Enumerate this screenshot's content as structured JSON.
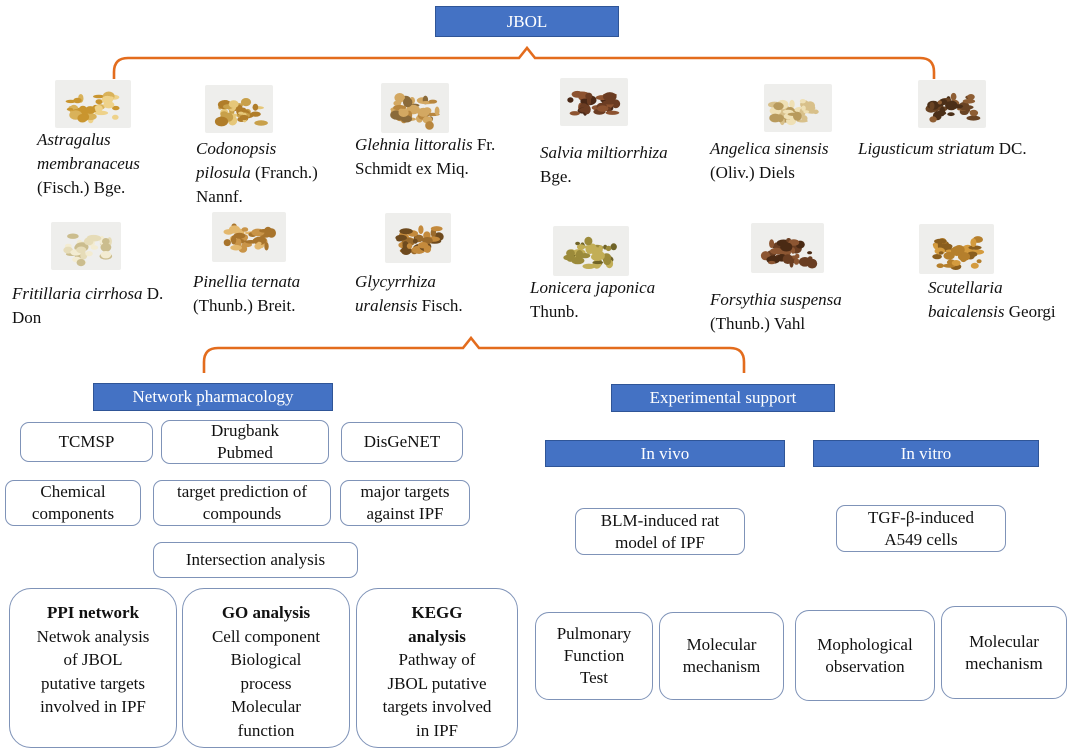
{
  "root": {
    "title": "JBOL"
  },
  "herbs": [
    {
      "lines": [
        {
          "italic": "Astragalus"
        },
        {
          "italic": "membranaceus"
        },
        {
          "plain": "(Fisch.) Bge."
        }
      ]
    },
    {
      "lines": [
        {
          "italic": "Codonopsis"
        },
        {
          "italic": "pilosula",
          "plain": " (Franch.)"
        },
        {
          "plain": "Nannf."
        }
      ]
    },
    {
      "lines": [
        {
          "italic": "Glehnia littoralis",
          "plain": " Fr."
        },
        {
          "plain": "Schmidt ex Miq."
        }
      ]
    },
    {
      "lines": [
        {
          "italic": "Salvia miltiorrhiza"
        },
        {
          "plain": "Bge."
        }
      ]
    },
    {
      "lines": [
        {
          "italic": "Angelica sinensis"
        },
        {
          "plain": "(Oliv.) Diels"
        }
      ]
    },
    {
      "lines": [
        {
          "italic": "Ligusticum striatum",
          "plain": " DC."
        }
      ]
    },
    {
      "lines": [
        {
          "italic": "Fritillaria cirrhosa",
          "plain": " D."
        },
        {
          "plain": "Don"
        }
      ]
    },
    {
      "lines": [
        {
          "italic": "Pinellia ternata"
        },
        {
          "plain": "(Thunb.) Breit."
        }
      ]
    },
    {
      "lines": [
        {
          "italic": "Glycyrrhiza"
        },
        {
          "italic": "uralensis",
          "plain": " Fisch."
        }
      ]
    },
    {
      "lines": [
        {
          "italic": "Lonicera japonica"
        },
        {
          "plain": "Thunb."
        }
      ]
    },
    {
      "lines": [
        {
          "italic": "Forsythia suspensa"
        },
        {
          "plain": "(Thunb.) Vahl"
        }
      ]
    },
    {
      "lines": [
        {
          "italic": "Scutellaria"
        },
        {
          "italic": "baicalensis",
          "plain": " Georgi"
        }
      ]
    }
  ],
  "network": {
    "title": "Network pharmacology",
    "sources": [
      "TCMSP",
      "Drugbank\nPubmed",
      "DisGeNET"
    ],
    "steps": [
      "Chemical\ncomponents",
      "target prediction of\ncompounds",
      "major targets\nagainst IPF"
    ],
    "intersection": "Intersection analysis",
    "analyses": [
      {
        "title": "PPI network",
        "body": "Netwok analysis\nof JBOL\nputative targets\ninvolved in IPF"
      },
      {
        "title": "GO analysis",
        "body": "Cell component\nBiological\nprocess\nMolecular\nfunction"
      },
      {
        "title": "KEGG\nanalysis",
        "body": "Pathway of\nJBOL putative\ntargets involved\nin IPF"
      }
    ]
  },
  "experimental": {
    "title": "Experimental support",
    "in_vivo": {
      "title": "In vivo",
      "model": "BLM-induced rat\nmodel of IPF",
      "items": [
        "Pulmonary\nFunction\nTest",
        "Molecular\nmechanism"
      ]
    },
    "in_vitro": {
      "title": "In vitro",
      "model": "TGF-β-induced\nA549 cells",
      "items": [
        "Mophological\nobservation",
        "Molecular\nmechanism"
      ]
    }
  },
  "colors": {
    "blue_box": "#4472c4",
    "connector": "#e36c1d",
    "box_border": "#7f93b8"
  }
}
